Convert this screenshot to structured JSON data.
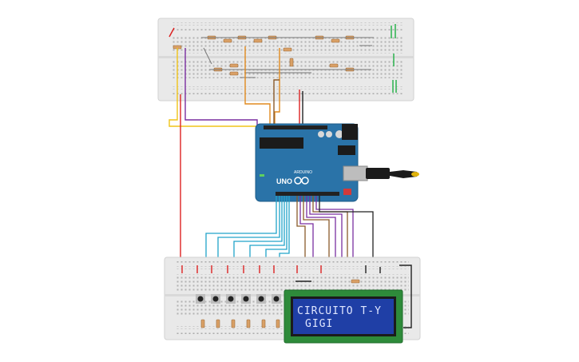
{
  "scene": {
    "lcd": {
      "line1": "CIRCUITO T-Y",
      "line2": "GIGI"
    },
    "arduino": {
      "model_label": "UNO",
      "brand_label": "ARDUINO"
    },
    "colors": {
      "breadboard": "#e6e6e6",
      "arduino_board": "#2a73a8",
      "lcd_pcb": "#2e8b3a",
      "lcd_screen": "#1f3fa6",
      "wire_red": "#d22",
      "wire_orange": "#e08a1e",
      "wire_purple": "#7a2fa0",
      "wire_yellow": "#f0c419",
      "wire_cyan": "#21a3c9",
      "wire_brown": "#8a5a2b",
      "wire_black": "#222222",
      "wire_green": "#2bb24c"
    }
  }
}
